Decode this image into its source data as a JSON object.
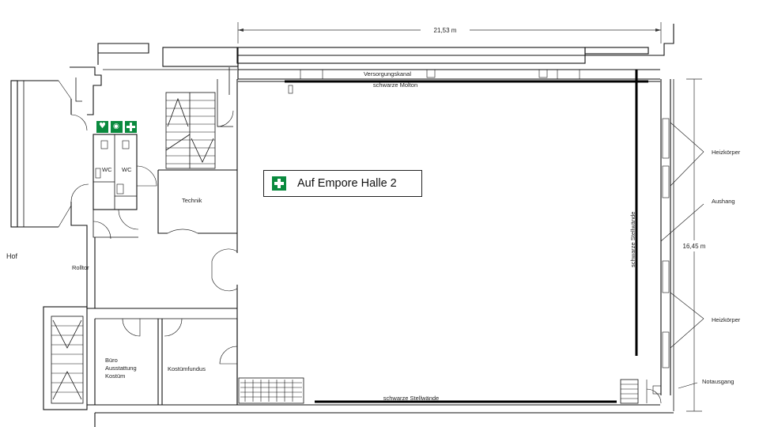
{
  "plan": {
    "dimension_width": "21,53 m",
    "dimension_height": "16,45 m",
    "label_versorgungskanal": "Versorgungskanal",
    "label_molton": "schwarze Molton",
    "label_stellwaende_vertical": "schwarze Stellwände",
    "label_stellwaende_bottom": "schwarze Stellwände",
    "label_technik": "Technik",
    "label_hof": "Hof",
    "label_rolltor": "Rolltor",
    "label_wc_left": "WC",
    "label_wc_right": "WC",
    "label_buero": [
      "Büro",
      "Ausstattung",
      "Kostüm"
    ],
    "label_kostuemfundus": "Kostümfundus",
    "label_heizkoerper_top": "Heizkörper",
    "label_aushang": "Aushang",
    "label_heizkoerper_bottom": "Heizkörper",
    "label_notausgang": "Notausgang",
    "empore_note": "Auf Empore Halle 2",
    "signs": [
      "aed-icon",
      "eyewash-icon",
      "first-aid-icon"
    ],
    "colors": {
      "safety_green": "#0a8a3e",
      "wall": "#111111"
    }
  }
}
